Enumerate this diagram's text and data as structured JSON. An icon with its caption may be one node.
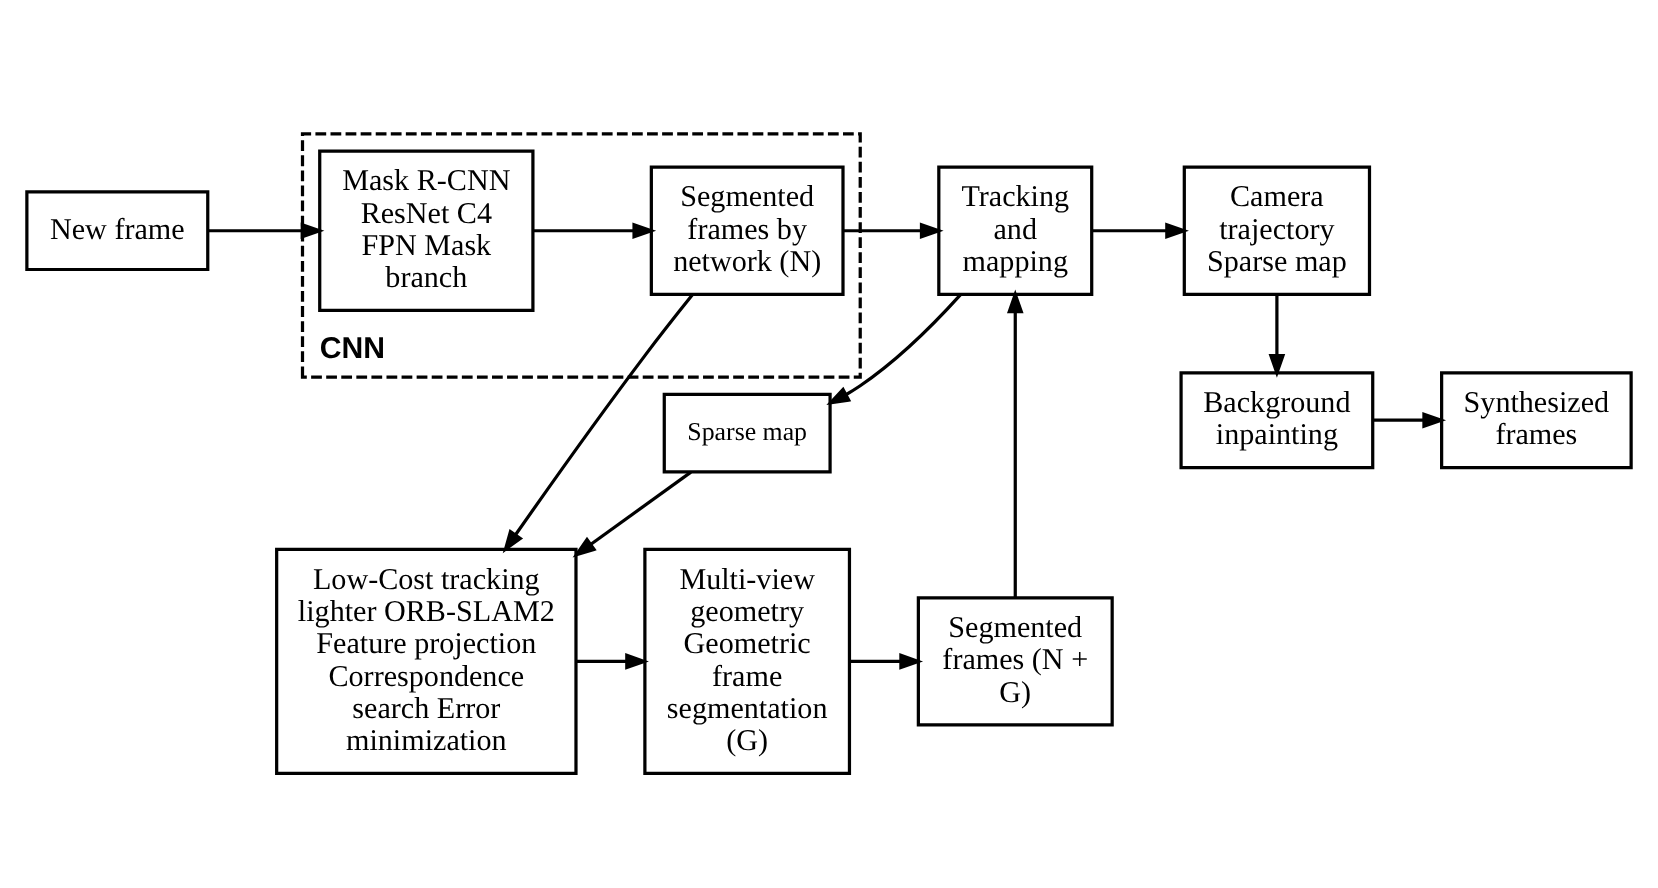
{
  "diagram": {
    "nodes": [
      {
        "text": [
          "New frame"
        ]
      },
      {
        "text": [
          "CNN"
        ]
      },
      {
        "text": [
          "Mask R-CNN ResNet C4 FPN Mask branch"
        ],
        "in": 1
      },
      {
        "text": [
          "Segmented frames by network (N)"
        ],
        "in": 1
      },
      {
        "text": [
          "Tracking and mapping"
        ]
      },
      {
        "text": [
          "Camera trajectory Sparse map"
        ]
      },
      {
        "text": [
          "Sparse map"
        ]
      },
      {
        "text": [
          "Low-Cost tracking lighter ORB-SLAM2 Feature projection Correspondence search Error minimization"
        ]
      },
      {
        "text": [
          "Multi-view geometry Geometric frame segmentation (G)"
        ]
      },
      {
        "text": [
          "Segmented frames (N + G)"
        ]
      },
      {
        "text": [
          "Background inpainting"
        ]
      },
      {
        "text": [
          "Synthesized frames"
        ]
      }
    ],
    "edges": [
      {
        "from": 0,
        "to": 2,
        "arrow": "to"
      },
      {
        "from": 2,
        "to": 3,
        "arrow": "to"
      },
      {
        "from": 3,
        "to": 4,
        "arrow": "to"
      },
      {
        "from": 4,
        "to": 5,
        "arrow": "to"
      },
      {
        "from": 3,
        "to": 7,
        "arrow": "to"
      },
      {
        "from": 4,
        "to": 6,
        "arrow": "to"
      },
      {
        "from": 6,
        "to": 7,
        "arrow": "to"
      },
      {
        "from": 7,
        "to": 8,
        "arrow": "to"
      },
      {
        "from": 8,
        "to": 9,
        "arrow": "to"
      },
      {
        "from": 9,
        "to": 4,
        "arrow": "to"
      },
      {
        "from": 5,
        "to": 10,
        "arrow": "to"
      },
      {
        "from": 10,
        "to": 11,
        "arrow": "to"
      }
    ]
  }
}
